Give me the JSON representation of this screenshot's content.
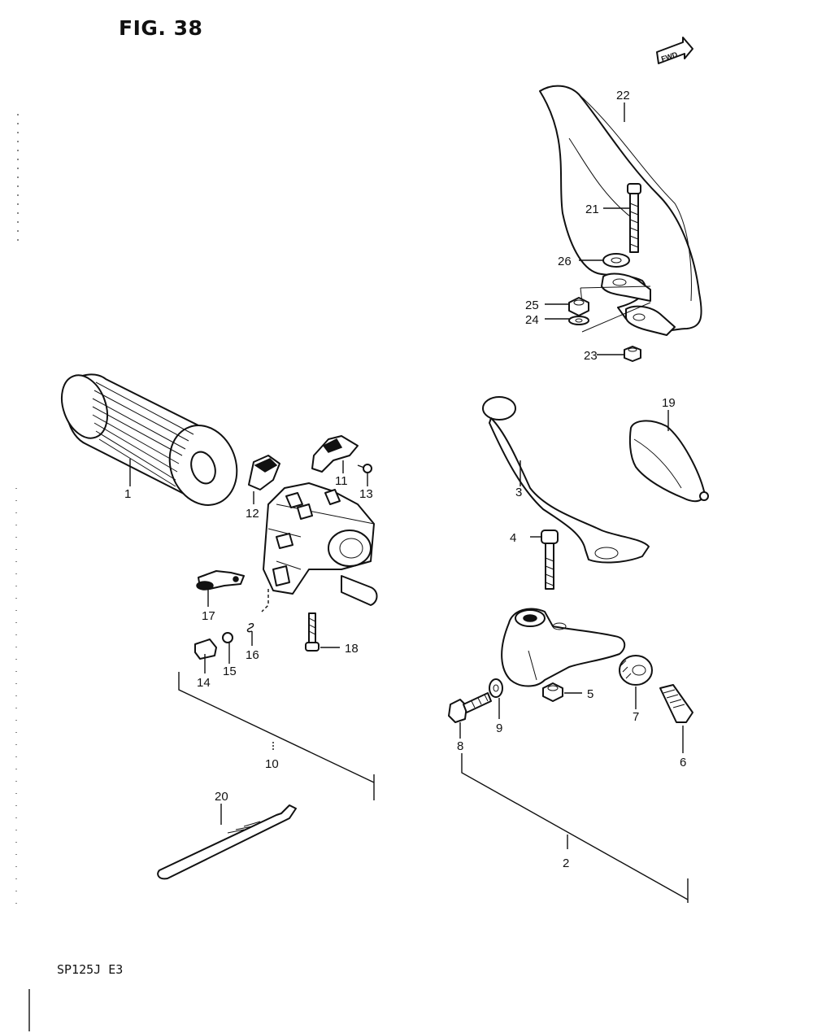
{
  "figure_title": "FIG. 38",
  "model_code": "SP125J E3",
  "fwd_badge": "FWD",
  "callouts": [
    {
      "id": "1",
      "label": "1"
    },
    {
      "id": "2",
      "label": "2"
    },
    {
      "id": "3",
      "label": "3"
    },
    {
      "id": "4",
      "label": "4"
    },
    {
      "id": "5",
      "label": "5"
    },
    {
      "id": "6",
      "label": "6"
    },
    {
      "id": "7",
      "label": "7"
    },
    {
      "id": "8",
      "label": "8"
    },
    {
      "id": "9",
      "label": "9"
    },
    {
      "id": "10",
      "label": "10"
    },
    {
      "id": "11",
      "label": "11"
    },
    {
      "id": "12",
      "label": "12"
    },
    {
      "id": "13",
      "label": "13"
    },
    {
      "id": "14",
      "label": "14"
    },
    {
      "id": "15",
      "label": "15"
    },
    {
      "id": "16",
      "label": "16"
    },
    {
      "id": "17",
      "label": "17"
    },
    {
      "id": "18",
      "label": "18"
    },
    {
      "id": "19",
      "label": "19"
    },
    {
      "id": "20",
      "label": "20"
    },
    {
      "id": "21",
      "label": "21"
    },
    {
      "id": "22",
      "label": "22"
    },
    {
      "id": "23",
      "label": "23"
    },
    {
      "id": "24",
      "label": "24"
    },
    {
      "id": "25",
      "label": "25"
    },
    {
      "id": "26",
      "label": "26"
    }
  ]
}
